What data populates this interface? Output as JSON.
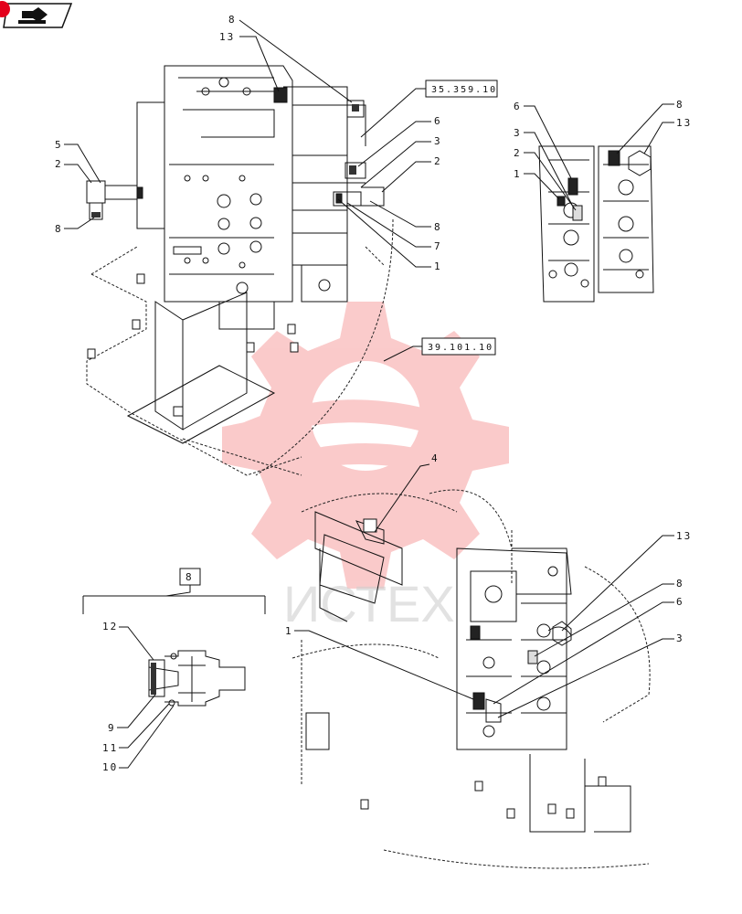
{
  "toolbar": {
    "nav_icon": "hand-arrow-icon",
    "badge_color": "#e3001b"
  },
  "references": {
    "ref_a": "35.359.10",
    "ref_b": "39.101.10",
    "detail_key": "8"
  },
  "callouts": {
    "c8_top": "8",
    "c13_top": "13",
    "c6_mid": "6",
    "c3_mid": "3",
    "c2_mid": "2",
    "c8_mid": "8",
    "c7_mid": "7",
    "c1_mid": "1",
    "c5_left": "5",
    "c2_left": "2",
    "c8_left": "8",
    "c6_r": "6",
    "c3_r": "3",
    "c2_r": "2",
    "c1_r": "1",
    "c8_r": "8",
    "c13_r": "13",
    "c4": "4",
    "c13_b": "13",
    "c8_b": "8",
    "c6_b": "6",
    "c3_b": "3",
    "c1_b": "1",
    "d12": "12",
    "d9": "9",
    "d11": "11",
    "d10": "10"
  },
  "watermark": {
    "text": "ИСТЕХ",
    "color": "#f26b6b"
  }
}
